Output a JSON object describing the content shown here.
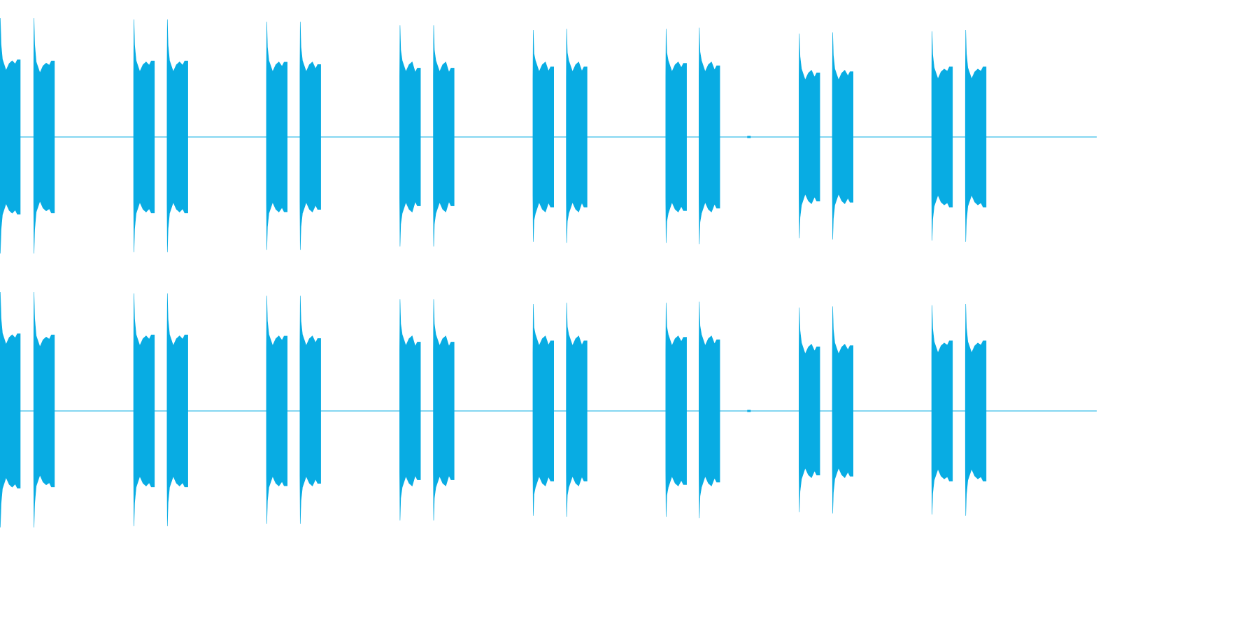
{
  "colors": {
    "waveform": "#08ace3",
    "background": "#ffffff"
  },
  "audio": {
    "channels": [
      "left",
      "right"
    ],
    "bursts": [
      {
        "start": 0.0,
        "end": 0.0185,
        "peak": 1.0,
        "sustain": 0.63,
        "end_level": 0.65
      },
      {
        "start": 0.0307,
        "end": 0.0497,
        "peak": 1.0,
        "sustain": 0.61,
        "end_level": 0.64
      },
      {
        "start": 0.1218,
        "end": 0.1408,
        "peak": 0.99,
        "sustain": 0.62,
        "end_level": 0.64
      },
      {
        "start": 0.1523,
        "end": 0.1713,
        "peak": 0.99,
        "sustain": 0.62,
        "end_level": 0.64
      },
      {
        "start": 0.2429,
        "end": 0.2619,
        "peak": 0.97,
        "sustain": 0.62,
        "end_level": 0.63
      },
      {
        "start": 0.2735,
        "end": 0.2925,
        "peak": 0.97,
        "sustain": 0.62,
        "end_level": 0.61
      },
      {
        "start": 0.3644,
        "end": 0.3834,
        "peak": 0.94,
        "sustain": 0.62,
        "end_level": 0.58
      },
      {
        "start": 0.3951,
        "end": 0.4141,
        "peak": 0.94,
        "sustain": 0.62,
        "end_level": 0.58
      },
      {
        "start": 0.4859,
        "end": 0.5049,
        "peak": 0.9,
        "sustain": 0.62,
        "end_level": 0.59
      },
      {
        "start": 0.5163,
        "end": 0.5353,
        "peak": 0.91,
        "sustain": 0.62,
        "end_level": 0.59
      },
      {
        "start": 0.607,
        "end": 0.626,
        "peak": 0.91,
        "sustain": 0.62,
        "end_level": 0.62
      },
      {
        "start": 0.6373,
        "end": 0.6563,
        "peak": 0.92,
        "sustain": 0.62,
        "end_level": 0.6
      },
      {
        "start": 0.7285,
        "end": 0.7475,
        "peak": 0.87,
        "sustain": 0.55,
        "end_level": 0.54
      },
      {
        "start": 0.7589,
        "end": 0.7779,
        "peak": 0.88,
        "sustain": 0.55,
        "end_level": 0.55
      },
      {
        "start": 0.8495,
        "end": 0.8685,
        "peak": 0.89,
        "sustain": 0.56,
        "end_level": 0.59
      },
      {
        "start": 0.8802,
        "end": 0.8992,
        "peak": 0.9,
        "sustain": 0.56,
        "end_level": 0.59
      }
    ],
    "blips": [
      0.6826
    ]
  }
}
